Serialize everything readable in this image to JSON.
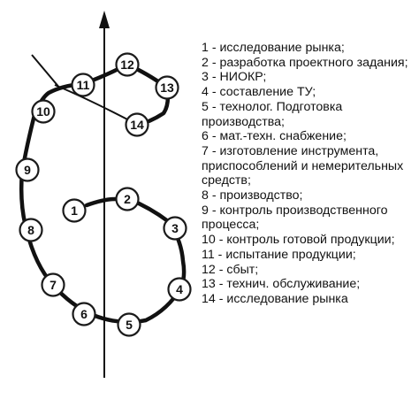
{
  "accent": "#111111",
  "background": "#ffffff",
  "nodes": [
    {
      "label": "1"
    },
    {
      "label": "2"
    },
    {
      "label": "3"
    },
    {
      "label": "4"
    },
    {
      "label": "5"
    },
    {
      "label": "6"
    },
    {
      "label": "7"
    },
    {
      "label": "8"
    },
    {
      "label": "9"
    },
    {
      "label": "10"
    },
    {
      "label": "11"
    },
    {
      "label": "12"
    },
    {
      "label": "13"
    },
    {
      "label": "14"
    }
  ],
  "legend": [
    {
      "num": "1 - ",
      "text": "исследование рынка;"
    },
    {
      "num": "2 - ",
      "text": "разработка проектного задания;"
    },
    {
      "num": "3 - ",
      "text": "НИОКР;"
    },
    {
      "num": "4 - ",
      "text": "составление ТУ;"
    },
    {
      "num": "5 - ",
      "text": "технолог. Подготовка производства;"
    },
    {
      "num": "6 - ",
      "text": "мат.-техн. снабжение;"
    },
    {
      "num": "7 - ",
      "text": "изготовление инструмента, приспособлений и немерительных средств;"
    },
    {
      "num": "8 - ",
      "text": "производство;"
    },
    {
      "num": "9 - ",
      "text": "контроль производственного процесса;"
    },
    {
      "num": "10 - ",
      "text": "контроль готовой продукции;"
    },
    {
      "num": "11 - ",
      "text": "испытание продукции;"
    },
    {
      "num": "12 - ",
      "text": "сбыт;"
    },
    {
      "num": "13 - ",
      "text": "технич. обслуживание;"
    },
    {
      "num": "14 - ",
      "text": "исследование рынка"
    }
  ]
}
